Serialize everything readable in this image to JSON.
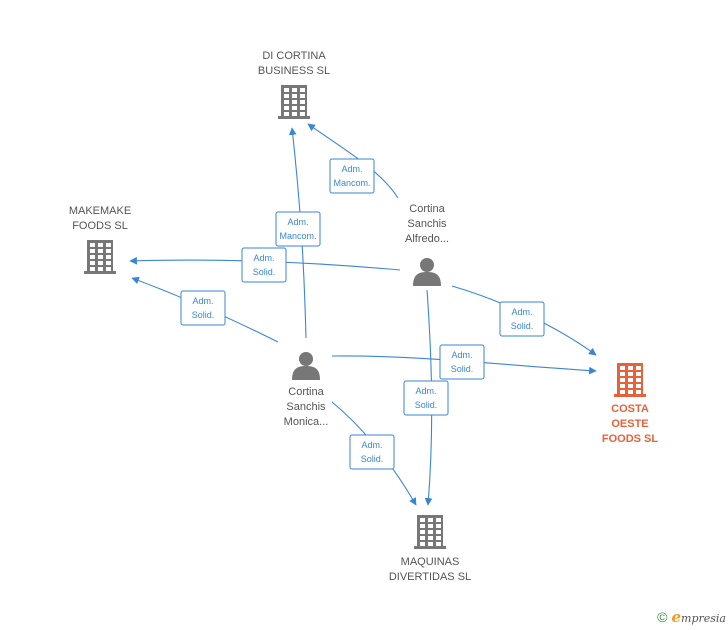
{
  "colors": {
    "edge": "#3a86d6",
    "company": "#777777",
    "person": "#777777",
    "focus": "#e8613a"
  },
  "nodes": [
    {
      "id": "di-cortina",
      "type": "company",
      "icon": "building-icon",
      "lines": [
        "DI CORTINA",
        "BUSINESS SL"
      ]
    },
    {
      "id": "makemake",
      "type": "company",
      "icon": "building-icon",
      "lines": [
        "MAKEMAKE",
        "FOODS  SL"
      ]
    },
    {
      "id": "alfredo",
      "type": "person",
      "icon": "person-icon",
      "lines": [
        "Cortina",
        "Sanchis",
        "Alfredo..."
      ]
    },
    {
      "id": "monica",
      "type": "person",
      "icon": "person-icon",
      "lines": [
        "Cortina",
        "Sanchis",
        "Monica..."
      ]
    },
    {
      "id": "costa-oeste",
      "type": "focus",
      "icon": "building-icon",
      "lines": [
        "COSTA",
        "OESTE",
        "FOODS  SL"
      ]
    },
    {
      "id": "maquinas",
      "type": "company",
      "icon": "building-icon",
      "lines": [
        "MAQUINAS",
        "DIVERTIDAS SL"
      ]
    }
  ],
  "edges": [
    {
      "id": "alfredo-dicortina",
      "lines": [
        "Adm.",
        "Mancom."
      ]
    },
    {
      "id": "monica-dicortina",
      "lines": [
        "Adm.",
        "Mancom."
      ]
    },
    {
      "id": "alfredo-makemake",
      "lines": [
        "Adm.",
        "Solid."
      ]
    },
    {
      "id": "monica-makemake",
      "lines": [
        "Adm.",
        "Solid."
      ]
    },
    {
      "id": "alfredo-costa",
      "lines": [
        "Adm.",
        "Solid."
      ]
    },
    {
      "id": "monica-costa",
      "lines": [
        "Adm.",
        "Solid."
      ]
    },
    {
      "id": "alfredo-maquinas",
      "lines": [
        "Adm.",
        "Solid."
      ]
    },
    {
      "id": "monica-maquinas",
      "lines": [
        "Adm.",
        "Solid."
      ]
    }
  ],
  "footer": {
    "copyright": "©",
    "brand_initial": "e",
    "brand_rest": "mpresia"
  }
}
